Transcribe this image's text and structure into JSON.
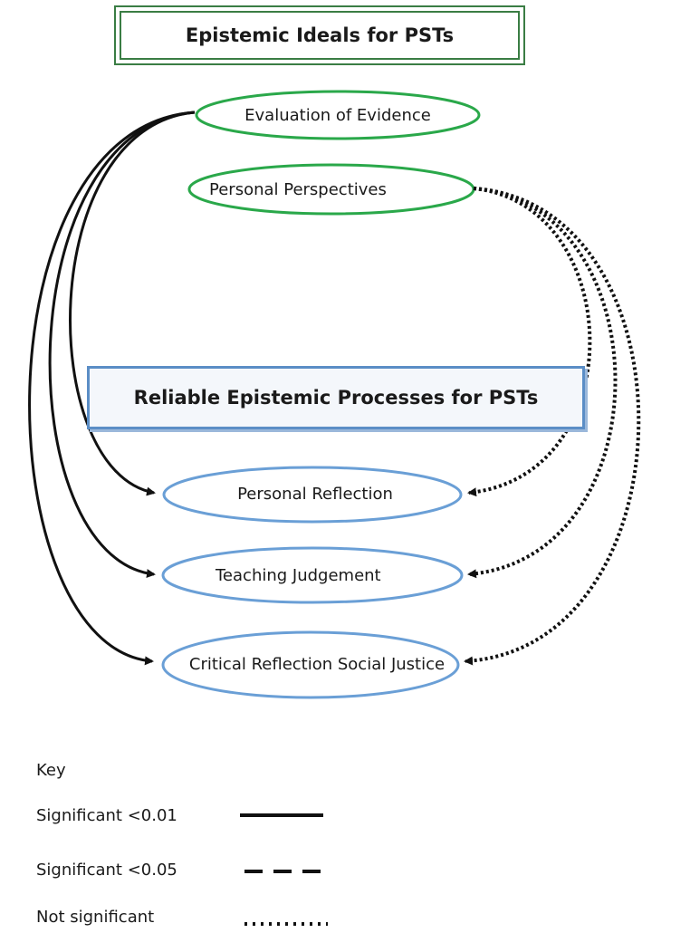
{
  "ideals_box": {
    "title": "Epistemic Ideals for PSTs",
    "color": "#3a7d44"
  },
  "processes_box": {
    "title": "Reliable Epistemic Processes for PSTs",
    "color": "#5b8ec6"
  },
  "ideal_nodes": [
    {
      "id": "eval",
      "label": "Evaluation of Evidence"
    },
    {
      "id": "pers",
      "label": "Personal Perspectives"
    }
  ],
  "process_nodes": [
    {
      "id": "pref",
      "label": "Personal Reflection"
    },
    {
      "id": "tj",
      "label": "Teaching Judgement"
    },
    {
      "id": "crsj",
      "label": "Critical Reflection Social Justice"
    }
  ],
  "links": [
    {
      "from": "eval",
      "to": "pref",
      "style": "significant_001"
    },
    {
      "from": "eval",
      "to": "tj",
      "style": "significant_001"
    },
    {
      "from": "eval",
      "to": "crsj",
      "style": "significant_001"
    },
    {
      "from": "pers",
      "to": "pref",
      "style": "not_significant"
    },
    {
      "from": "pers",
      "to": "tj",
      "style": "not_significant"
    },
    {
      "from": "pers",
      "to": "crsj",
      "style": "not_significant"
    }
  ],
  "key": {
    "title": "Key",
    "items": [
      {
        "label": "Significant <0.01",
        "style": "significant_001"
      },
      {
        "label": "Significant <0.05",
        "style": "significant_005"
      },
      {
        "label": "Not significant",
        "style": "not_significant"
      }
    ]
  }
}
